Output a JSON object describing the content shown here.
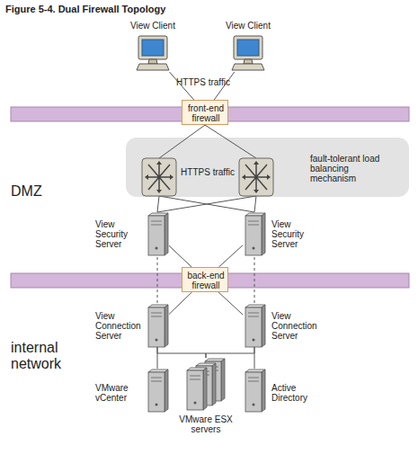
{
  "diagram": {
    "title": "Figure 5-4. Dual Firewall Topology",
    "nodes": [
      {
        "text": [
          "View Client"
        ]
      },
      {
        "text": [
          "View Client"
        ]
      },
      {
        "text": [
          "front-end firewall"
        ]
      },
      {
        "text": [
          "fault-tolerant load balancing mechanism"
        ]
      },
      {
        "text": [
          "View Security Server"
        ]
      },
      {
        "text": [
          "View Security Server"
        ]
      },
      {
        "text": [
          "back-end firewall"
        ]
      },
      {
        "text": [
          "View Connection Server"
        ]
      },
      {
        "text": [
          "View Connection Server"
        ]
      },
      {
        "text": [
          "VMware vCenter"
        ]
      },
      {
        "text": [
          "VMware ESX servers"
        ]
      },
      {
        "text": [
          "Active Directory"
        ]
      }
    ],
    "edges": [
      {
        "from": 0,
        "to": 2,
        "arrow": "none"
      },
      {
        "from": 1,
        "to": 2,
        "arrow": "none"
      },
      {
        "from": 4,
        "to": 6,
        "arrow": "none"
      },
      {
        "from": 5,
        "to": 6,
        "arrow": "none"
      },
      {
        "from": 6,
        "to": 7,
        "arrow": "none"
      },
      {
        "from": 6,
        "to": 8,
        "arrow": "none"
      },
      {
        "from": 4,
        "to": 7,
        "arrow": "none"
      },
      {
        "from": 5,
        "to": 8,
        "arrow": "none"
      },
      {
        "from": 7,
        "to": 9,
        "arrow": "none"
      },
      {
        "from": 8,
        "to": 11,
        "arrow": "none"
      },
      {
        "from": 7,
        "to": 10,
        "arrow": "none"
      },
      {
        "from": 8,
        "to": 10,
        "arrow": "none"
      }
    ],
    "labels": [
      "HTTPS traffic",
      "HTTPS traffic",
      "DMZ",
      "internal network"
    ]
  }
}
